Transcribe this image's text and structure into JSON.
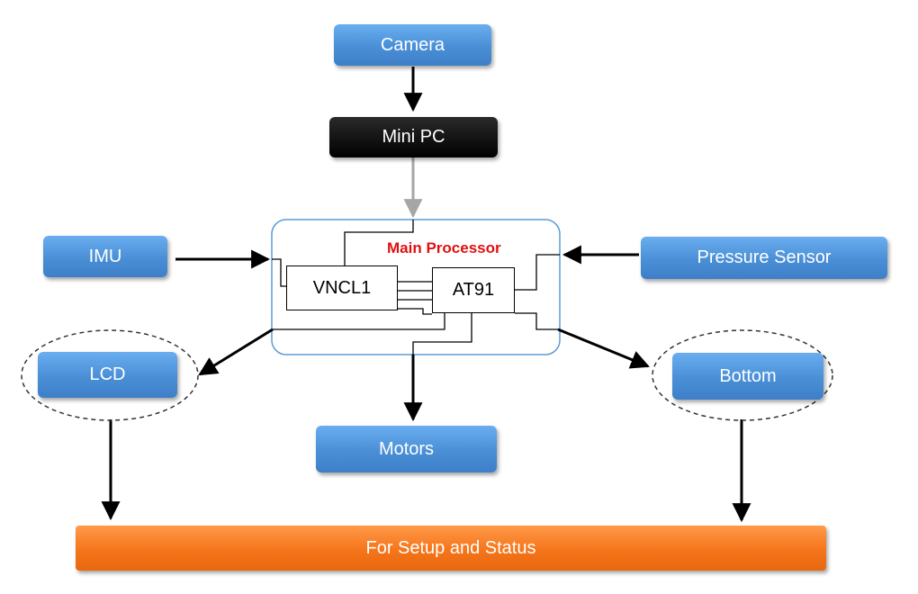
{
  "nodes": {
    "camera": "Camera",
    "mini_pc": "Mini PC",
    "imu": "IMU",
    "pressure_sensor": "Pressure Sensor",
    "main_processor": "Main Processor",
    "vncl1": "VNCL1",
    "at91": "AT91",
    "lcd": "LCD",
    "bottom": "Bottom",
    "motors": "Motors",
    "setup_status": "For Setup and Status"
  },
  "colors": {
    "node_blue": "#4a8fd6",
    "mini_pc_black": "#000000",
    "setup_orange": "#f5751a",
    "processor_border": "#5b9bd5",
    "processor_label": "#e01010"
  }
}
